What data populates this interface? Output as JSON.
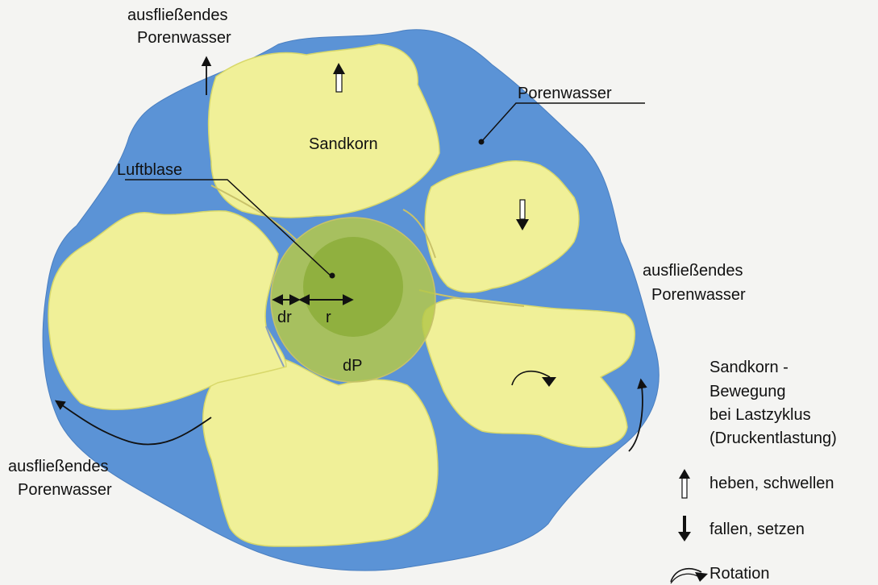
{
  "labels": {
    "outflow_top_1": "ausfließendes",
    "outflow_top_2": "Porenwasser",
    "pore_water": "Porenwasser",
    "sand_grain": "Sandkorn",
    "air_bubble": "Luftblase",
    "outflow_right_1": "ausfließendes",
    "outflow_right_2": "Porenwasser",
    "outflow_left_1": "ausfließendes",
    "outflow_left_2": "Porenwasser",
    "dr": "dr",
    "r": "r",
    "dP": "dP"
  },
  "legend": {
    "title_1": "Sandkorn -",
    "title_2": "Bewegung",
    "title_3": "bei Lastzyklus",
    "title_4": "(Druckentlastung)",
    "items": [
      {
        "label": "heben, schwellen",
        "icon": "up-arrow-icon"
      },
      {
        "label": "fallen, setzen",
        "icon": "down-arrow-icon"
      },
      {
        "label": "Rotation",
        "icon": "rotation-arrow-icon"
      }
    ]
  },
  "colors": {
    "water": "#5b93d6",
    "sand": "#f0f098",
    "sand_edge": "#d8d86a",
    "bubble_outer": "#b5c84a",
    "bubble_inner": "#8cad3a",
    "bubble_edge": "#c6c26a",
    "background": "#f4f4f2"
  }
}
